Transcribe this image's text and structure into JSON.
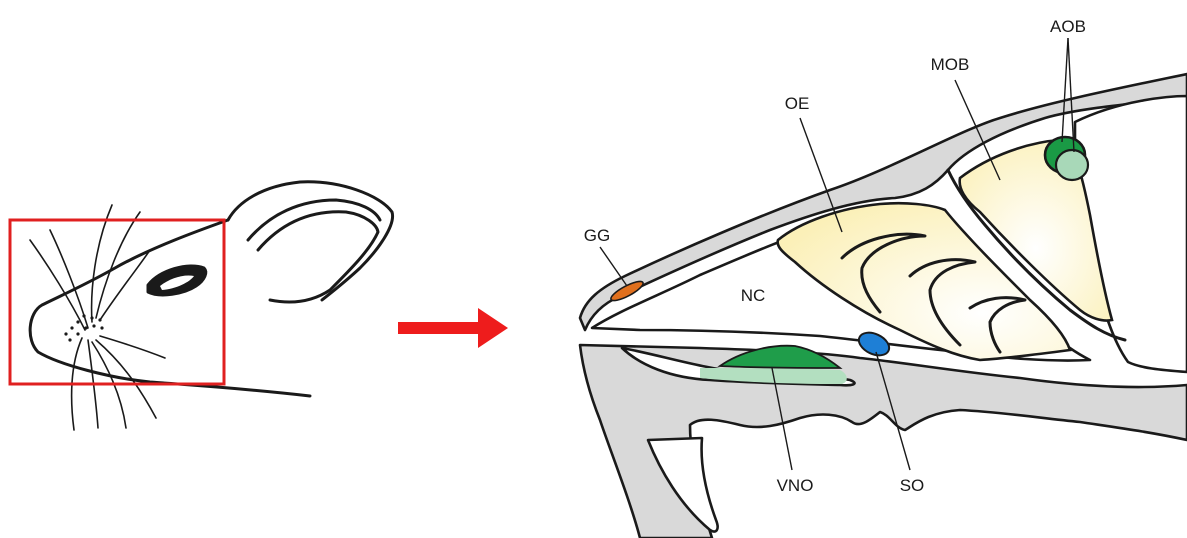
{
  "labels": {
    "aob": "AOB",
    "mob": "MOB",
    "oe": "OE",
    "gg": "GG",
    "nc": "NC",
    "vno": "VNO",
    "so": "SO"
  },
  "colors": {
    "highlight_box": "#e02020",
    "arrow": "#ee1c1c",
    "bone": "#d9d9d9",
    "olfactory_region": "#fdf6c8",
    "aob_dark": "#1a9a45",
    "aob_light": "#a8d8b8",
    "vno_dark": "#1f9d4a",
    "vno_light": "#b3dfc0",
    "gg": "#e0701e",
    "so": "#1e7fd6"
  }
}
